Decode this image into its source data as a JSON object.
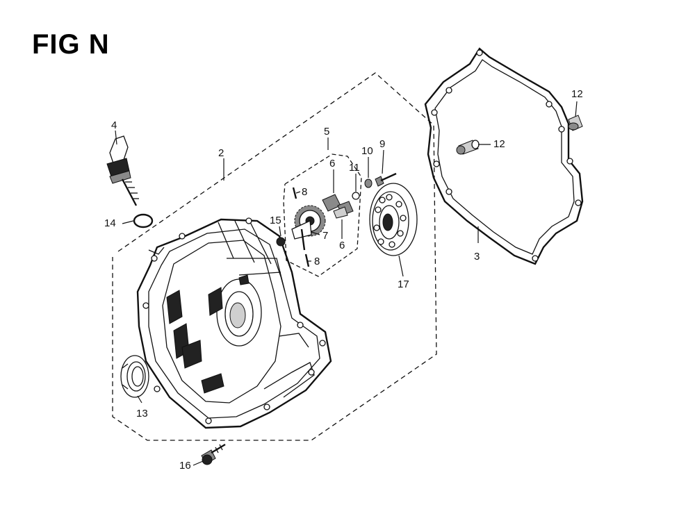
{
  "figure": {
    "title": "FIG N"
  },
  "callouts": {
    "c2": "2",
    "c3": "3",
    "c4": "4",
    "c5": "5",
    "c6a": "6",
    "c6b": "6",
    "c7": "7",
    "c8a": "8",
    "c8b": "8",
    "c9": "9",
    "c10": "10",
    "c11": "11",
    "c12a": "12",
    "c12b": "12",
    "c13": "13",
    "c14": "14",
    "c15": "15",
    "c16": "16",
    "c17": "17"
  }
}
